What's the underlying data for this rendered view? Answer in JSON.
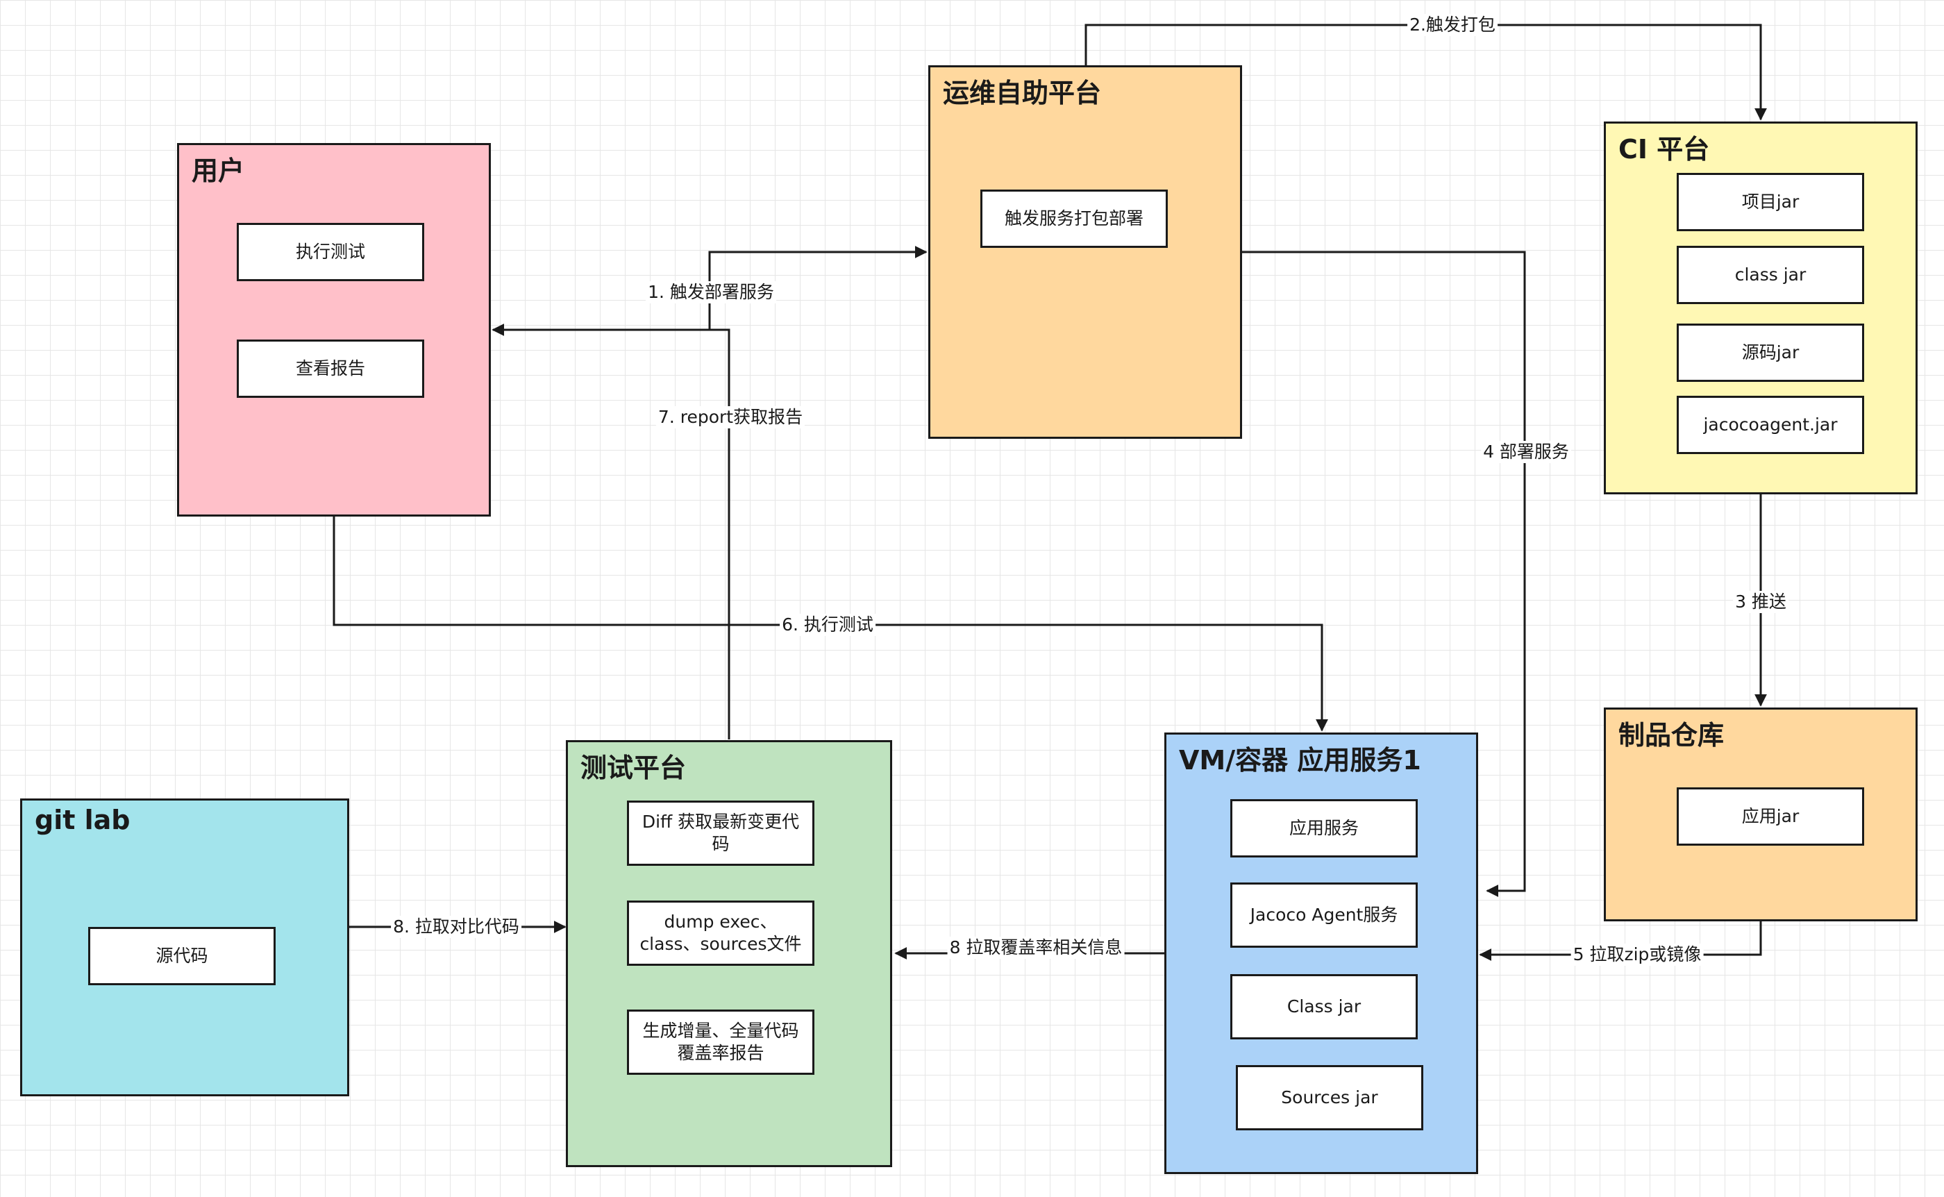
{
  "colors": {
    "user": "#ffc0c9",
    "ops": "#ffd89e",
    "ci": "#fff8b4",
    "artifact": "#ffd89e",
    "test": "#bfe3bf",
    "vm": "#abd2f8",
    "gitlab": "#a3e4ec",
    "line": "#1a1a1a"
  },
  "containers": {
    "user": {
      "title": "用户",
      "items": [
        "执行测试",
        "查看报告"
      ]
    },
    "ops": {
      "title": "运维自助平台",
      "items": [
        "触发服务打包部署"
      ]
    },
    "ci": {
      "title": "CI 平台",
      "items": [
        "项目jar",
        "class jar",
        "源码jar",
        "jacocoagent.jar"
      ]
    },
    "artifact": {
      "title": "制品仓库",
      "items": [
        "应用jar"
      ]
    },
    "test": {
      "title": "测试平台",
      "items": [
        "Diff 获取最新变更代码",
        "dump exec、class、sources文件",
        "生成增量、全量代码覆盖率报告"
      ]
    },
    "vm": {
      "title": "VM/容器 应用服务1",
      "items": [
        "应用服务",
        "Jacoco Agent服务",
        "Class jar",
        "Sources jar"
      ]
    },
    "gitlab": {
      "title": "git lab",
      "items": [
        "源代码"
      ]
    }
  },
  "edges": {
    "e1": "1. 触发部署服务",
    "e2": "2.触发打包",
    "e3": "3 推送",
    "e4": "4 部署服务",
    "e5": "5 拉取zip或镜像",
    "e6": "6. 执行测试",
    "e7": "7. report获取报告",
    "e8a": "8 拉取覆盖率相关信息",
    "e8b": "8. 拉取对比代码"
  }
}
